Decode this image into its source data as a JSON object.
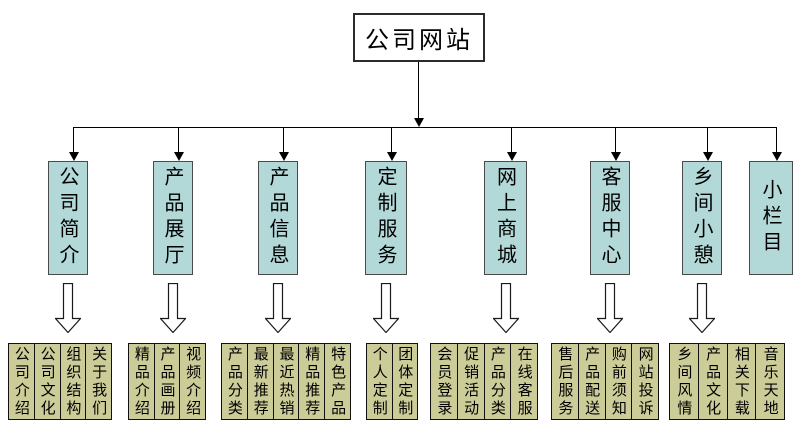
{
  "title": "公司网站",
  "branches": [
    {
      "label": "公司简介",
      "children": [
        "公司介绍",
        "公司文化",
        "组织结构",
        "关于我们"
      ]
    },
    {
      "label": "产品展厅",
      "children": [
        "精品介绍",
        "产品画册",
        "视频介绍"
      ]
    },
    {
      "label": "产品信息",
      "children": [
        "产品分类",
        "最新推荐",
        "最近热销",
        "精品推荐",
        "特色产品"
      ]
    },
    {
      "label": "定制服务",
      "children": [
        "个人定制",
        "团体定制"
      ]
    },
    {
      "label": "网上商城",
      "children": [
        "会员登录",
        "促销活动",
        "产品分类",
        "在线客服"
      ]
    },
    {
      "label": "客服中心",
      "children": [
        "售后服务",
        "产品配送",
        "购前须知",
        "网站投诉"
      ]
    },
    {
      "label": "乡间小憩",
      "children": [
        "乡间风情",
        "产品文化",
        "相关下载",
        "音乐天地"
      ]
    },
    {
      "label": "小栏目",
      "children": []
    }
  ],
  "colors": {
    "background": "#FFFFFF",
    "branch_fill": "#B2D8D8",
    "leaf_fill": "#CCCC99",
    "line": "#000000"
  }
}
